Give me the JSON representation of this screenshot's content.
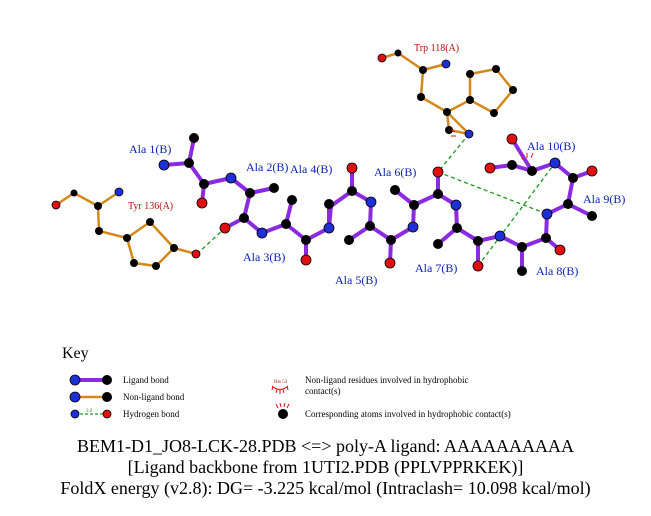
{
  "colors": {
    "ligand_bond": "#8a2be2",
    "nonligand_bond": "#d4881c",
    "hbond": "#1a9a1a",
    "carbon": "#000000",
    "nitrogen": "#1f2fd6",
    "oxygen": "#e01010",
    "ligand_label": "#0b22b5",
    "residue_label": "#b01010"
  },
  "ligand_labels": [
    "Ala 1(B)",
    "Ala 2(B)",
    "Ala 3(B)",
    "Ala 4(B)",
    "Ala 5(B)",
    "Ala 6(B)",
    "Ala 7(B)",
    "Ala 8(B)",
    "Ala 9(B)",
    "Ala 10(B)"
  ],
  "residue_labels": [
    "Trp 118(A)",
    "Tyr 136(A)"
  ],
  "key": {
    "title": "Key",
    "ligand_bond": "Ligand bond",
    "nonligand_bond": "Non-ligand bond",
    "hydrogen_bond": "Hydrogen bond",
    "hbond_length": "3.0",
    "hydrophobic_residue_example": "His 53",
    "hydrophobic_residues": "Non-ligand residues involved in hydrophobic contact(s)",
    "hydrophobic_atoms": "Corresponding atoms involved in hydrophobic contact(s)"
  },
  "caption": {
    "line1": "BEM1-D1_JO8-LCK-28.PDB <=> poly-A ligand: AAAAAAAAAA",
    "line2": "[Ligand backbone from 1UTI2.PDB (PPLVPPRKEK)]",
    "line3": "FoldX energy (v2.8): DG= -3.225 kcal/mol (Intraclash= 10.098 kcal/mol)"
  }
}
